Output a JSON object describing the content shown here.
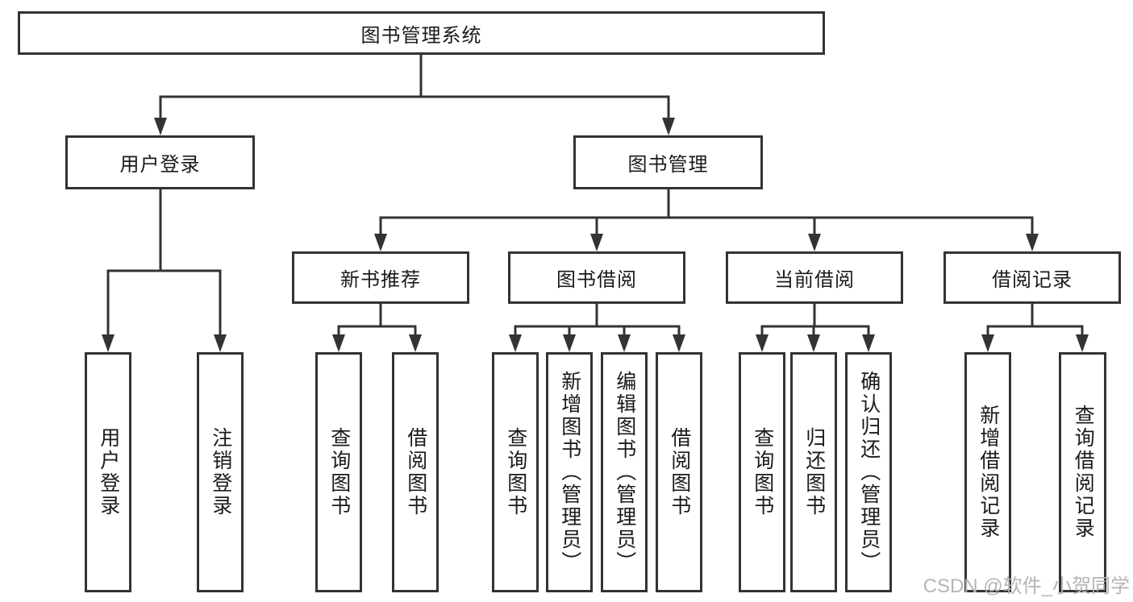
{
  "title": "图书管理系统",
  "watermark": "CSDN @软件_小贺同学",
  "colors": {
    "line": "#333333",
    "text": "#1a1a1a",
    "watermark": "#b5b5b5",
    "background": "#ffffff"
  },
  "level2": {
    "userLogin": "用户登录",
    "bookMgmt": "图书管理"
  },
  "level3": {
    "newBookRec": "新书推荐",
    "bookBorrow": "图书借阅",
    "currentBorrow": "当前借阅",
    "borrowRecords": "借阅记录"
  },
  "leaves": {
    "userLogin": [
      "用户登录",
      "注销登录"
    ],
    "newBookRec": [
      "查询图书",
      "借阅图书"
    ],
    "bookBorrow": [
      "查询图书",
      "新增图书（管理员）",
      "编辑图书（管理员）",
      "借阅图书"
    ],
    "currentBorrow": [
      "查询图书",
      "归还图书",
      "确认归还（管理员）"
    ],
    "borrowRecords": [
      "新增借阅记录",
      "查询借阅记录"
    ]
  }
}
